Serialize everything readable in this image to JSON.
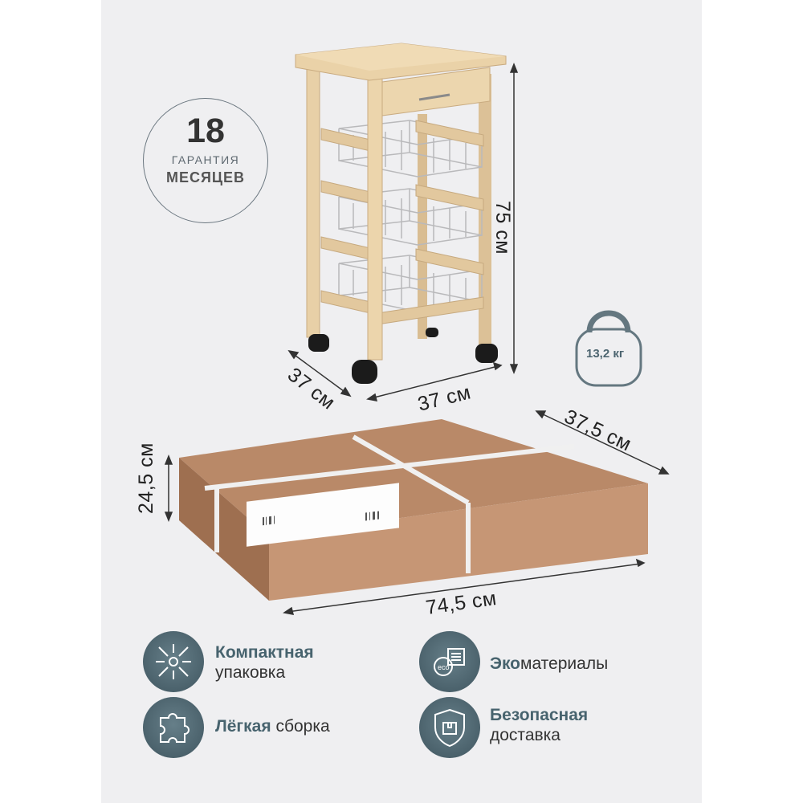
{
  "badge": {
    "number": "18",
    "line1": "ГАРАНТИЯ",
    "line2": "МЕСЯЦЕВ"
  },
  "weight": {
    "label": "13,2 кг"
  },
  "product_dimensions": {
    "height": "75 см",
    "depth": "37 см",
    "width": "37 см"
  },
  "package_dimensions": {
    "height": "24,5 см",
    "depth": "37,5 см",
    "length": "74,5 см"
  },
  "features": [
    {
      "icon": "compress-arrows-icon",
      "bold": "Компактная",
      "rest": "упаковка"
    },
    {
      "icon": "eco-leaf-icon",
      "bold": "Эко",
      "rest": "материалы"
    },
    {
      "icon": "puzzle-icon",
      "bold": "Лёгкая",
      "rest": " сборка"
    },
    {
      "icon": "shield-box-icon",
      "bold": "Безопасная",
      "rest": "доставка"
    }
  ],
  "colors": {
    "accent": "#47636e",
    "wood": "#e7cfa6",
    "box": "#bd8e6d"
  }
}
